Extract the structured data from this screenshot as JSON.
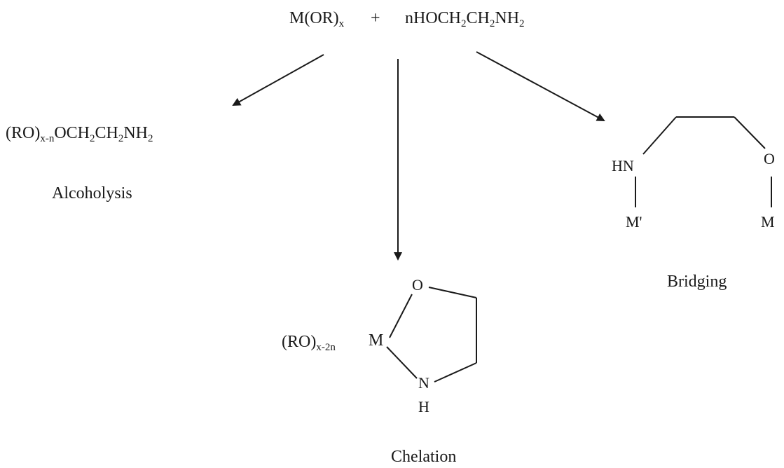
{
  "reaction": {
    "reactant_1": {
      "main": "M(OR)",
      "sub": "x"
    },
    "plus": "+",
    "reactant_2": {
      "p1": "nHOCH",
      "s1": "2",
      "p2": "CH",
      "s2": "2",
      "p3": "NH",
      "s3": "2"
    }
  },
  "alcoholysis": {
    "formula": {
      "p1": "(RO)",
      "s1": "x-n",
      "p2": "OCH",
      "s2": "2",
      "p3": "CH",
      "s3": "2",
      "p4": "NH",
      "s4": "2"
    },
    "label": "Alcoholysis"
  },
  "chelation": {
    "prefix": {
      "p1": "(RO)",
      "s1": "x-2n"
    },
    "metal": "M",
    "oxygen": "O",
    "nitrogen": "N",
    "hydrogen": "H",
    "label": "Chelation"
  },
  "bridging": {
    "hn": "HN",
    "oxygen": "O",
    "metal_1": "M'",
    "metal_2": "M",
    "label": "Bridging"
  },
  "colors": {
    "ink": "#1a1a1a",
    "background": "#ffffff"
  }
}
